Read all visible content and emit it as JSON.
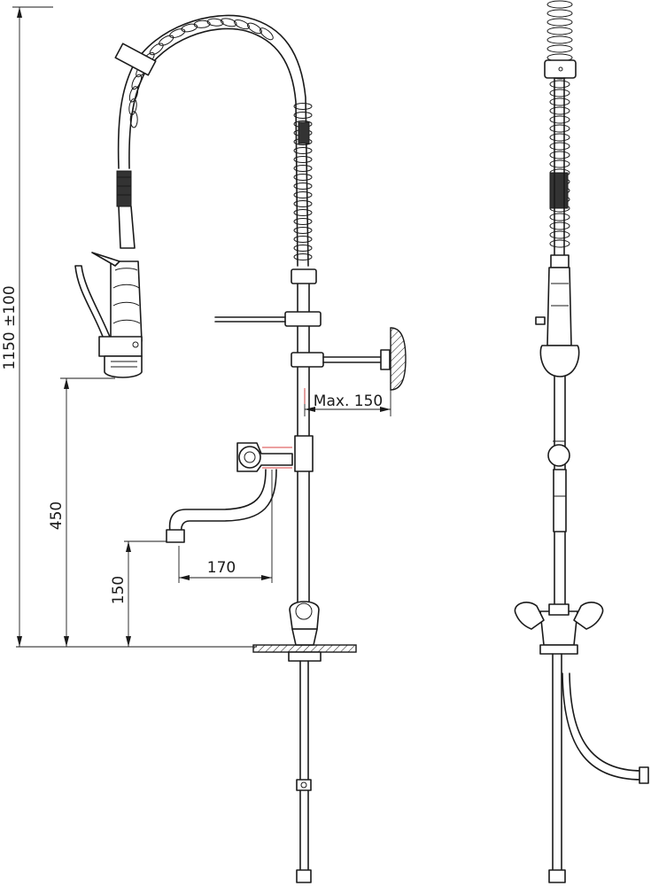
{
  "dimensions": {
    "total_height": "1150 ±100",
    "hand_shower_height": "450",
    "spout_height": "150",
    "spout_reach": "170",
    "wall_distance": "Max. 150"
  },
  "colors": {
    "line": "#1a1a1a",
    "accent": "#d94040"
  }
}
